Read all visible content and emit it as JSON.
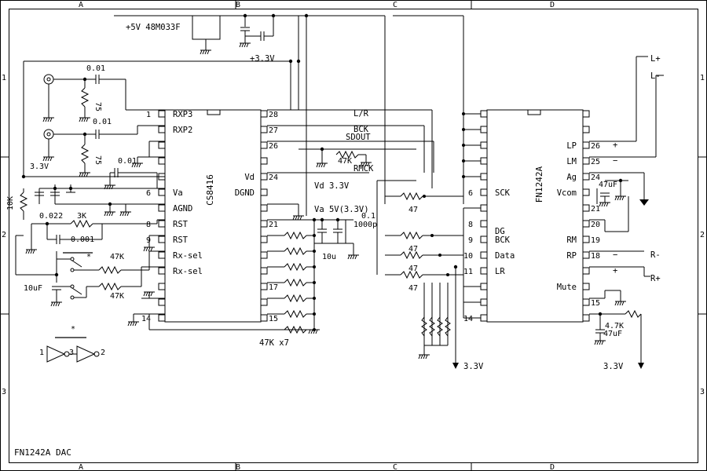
{
  "frame": {
    "cols": [
      "A",
      "B",
      "C",
      "D"
    ],
    "rows": [
      "1",
      "2",
      "3"
    ],
    "title": "FN1242A DAC"
  },
  "power": {
    "reg": "+5V 48M033F",
    "rail33": "+3.3V",
    "v33_left": "3.3V",
    "v33_bottom": "3.3V",
    "v33_right": "3.3V"
  },
  "caps": {
    "c001a": "0.01",
    "c001b": "0.01",
    "c001c": "0.01",
    "c0022": "0.022",
    "c0001": "0.001",
    "c10u_left": "10uF",
    "c10u_mid": "10u",
    "c01": "0.1",
    "c1000p": "1000p",
    "c47u_top": "47uF",
    "c47u_bot": "47uF"
  },
  "res": {
    "r75a": "75",
    "r75b": "75",
    "r10k": "10K",
    "r3k": "3K",
    "r47k_a": "47K",
    "r47k_b": "47K",
    "r47k_sd": "47K",
    "r47x7": "47K x7",
    "r47": "47",
    "r47k_mute": "4.7K"
  },
  "cs8416": {
    "name": "CS8416",
    "pins_left": [
      {
        "num": "1",
        "name": "RXP3"
      },
      {
        "num": "",
        "name": "RXP2"
      },
      {
        "num": "",
        "name": ""
      },
      {
        "num": "",
        "name": ""
      },
      {
        "num": "",
        "name": ""
      },
      {
        "num": "6",
        "name": "Va"
      },
      {
        "num": "",
        "name": "AGND"
      },
      {
        "num": "8",
        "name": "RST"
      },
      {
        "num": "9",
        "name": "RST"
      },
      {
        "num": "",
        "name": "Rx-sel"
      },
      {
        "num": "",
        "name": "Rx-sel"
      },
      {
        "num": "",
        "name": ""
      },
      {
        "num": "",
        "name": ""
      },
      {
        "num": "14",
        "name": ""
      }
    ],
    "pins_right": [
      {
        "num": "28",
        "name": ""
      },
      {
        "num": "27",
        "name": ""
      },
      {
        "num": "26",
        "name": ""
      },
      {
        "num": "",
        "name": ""
      },
      {
        "num": "24",
        "name": "Vd"
      },
      {
        "num": "",
        "name": "DGND"
      },
      {
        "num": "",
        "name": ""
      },
      {
        "num": "21",
        "name": ""
      },
      {
        "num": "",
        "name": ""
      },
      {
        "num": "",
        "name": ""
      },
      {
        "num": "",
        "name": ""
      },
      {
        "num": "17",
        "name": ""
      },
      {
        "num": "",
        "name": ""
      },
      {
        "num": "15",
        "name": ""
      }
    ]
  },
  "fn1242": {
    "name": "FN1242A",
    "dg": "DG",
    "pins_left": [
      {
        "num": "",
        "name": ""
      },
      {
        "num": "",
        "name": ""
      },
      {
        "num": "",
        "name": ""
      },
      {
        "num": "",
        "name": ""
      },
      {
        "num": "",
        "name": ""
      },
      {
        "num": "6",
        "name": "SCK"
      },
      {
        "num": "",
        "name": ""
      },
      {
        "num": "8",
        "name": ""
      },
      {
        "num": "9",
        "name": "BCK"
      },
      {
        "num": "10",
        "name": "Data"
      },
      {
        "num": "11",
        "name": "LR"
      },
      {
        "num": "",
        "name": ""
      },
      {
        "num": "",
        "name": ""
      },
      {
        "num": "14",
        "name": ""
      }
    ],
    "pins_right": [
      {
        "num": "",
        "name": ""
      },
      {
        "num": "",
        "name": ""
      },
      {
        "num": "26",
        "name": "LP"
      },
      {
        "num": "25",
        "name": "LM"
      },
      {
        "num": "24",
        "name": "Ag"
      },
      {
        "num": "",
        "name": "Vcom"
      },
      {
        "num": "21",
        "name": ""
      },
      {
        "num": "20",
        "name": ""
      },
      {
        "num": "19",
        "name": "RM"
      },
      {
        "num": "18",
        "name": "RP"
      },
      {
        "num": "",
        "name": ""
      },
      {
        "num": "",
        "name": "Mute"
      },
      {
        "num": "15",
        "name": ""
      },
      {
        "num": "",
        "name": ""
      }
    ]
  },
  "nets": {
    "lr": "L/R",
    "bck": "BCK",
    "sdout": "SDOUT",
    "rmck": "RMCK",
    "vd33": "Vd 3.3V",
    "va5": "Va 5V(3.3V)"
  },
  "outputs": {
    "lplus": "L+",
    "lminus": "L-",
    "rminus": "R-",
    "rplus": "R+",
    "plus": "+",
    "minus": "−"
  },
  "misc": {
    "star": "*",
    "inv_in": "1",
    "inv_mid": "3",
    "inv_out": "2"
  }
}
